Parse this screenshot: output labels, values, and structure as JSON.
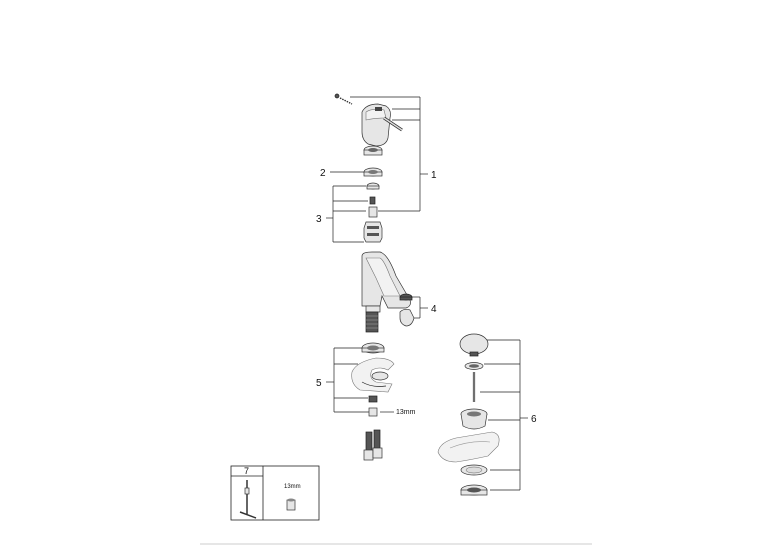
{
  "callouts": {
    "c1": "1",
    "c2": "2",
    "c3": "3",
    "c4": "4",
    "c5": "5",
    "c6": "6",
    "c7": "7"
  },
  "sizes": {
    "nut_size": "13mm",
    "inset_size": "13mm"
  }
}
